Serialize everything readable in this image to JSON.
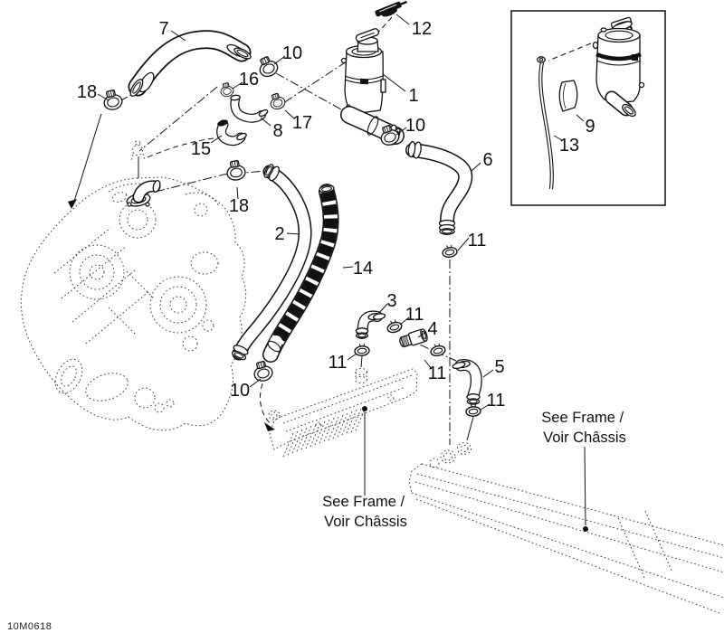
{
  "canvas": {
    "background": "#ffffff",
    "line_color": "#111111",
    "ghost_line_color": "#3a3a3a"
  },
  "callouts": [
    {
      "text": "7"
    },
    {
      "text": "18"
    },
    {
      "text": "10"
    },
    {
      "text": "16"
    },
    {
      "text": "8"
    },
    {
      "text": "17"
    },
    {
      "text": "15"
    },
    {
      "text": "12"
    },
    {
      "text": "1"
    },
    {
      "text": "10"
    },
    {
      "text": "6"
    },
    {
      "text": "9"
    },
    {
      "text": "13"
    },
    {
      "text": "18"
    },
    {
      "text": "2"
    },
    {
      "text": "14"
    },
    {
      "text": "11"
    },
    {
      "text": "3"
    },
    {
      "text": "11"
    },
    {
      "text": "4"
    },
    {
      "text": "11"
    },
    {
      "text": "11"
    },
    {
      "text": "5"
    },
    {
      "text": "11"
    },
    {
      "text": "10"
    }
  ],
  "annotations": {
    "see_frame_bottom": {
      "line1": "See Frame /",
      "line2": "Voir Châssis"
    },
    "see_frame_right": {
      "line1": "See Frame /",
      "line2": "Voir Châssis"
    }
  },
  "footer": {
    "drawing_code": "10M0618"
  }
}
